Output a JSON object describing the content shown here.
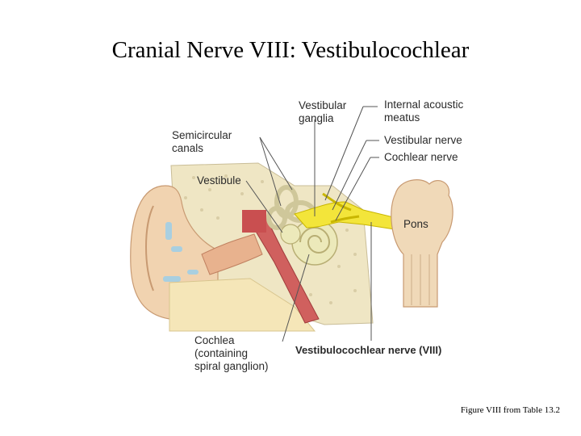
{
  "slide": {
    "title": "Cranial Nerve VIII: Vestibulocochlear",
    "caption": "Figure VIII from Table 13.2"
  },
  "diagram": {
    "labels": {
      "vestibular_ganglia": "Vestibular\nganglia",
      "internal_acoustic_meatus": "Internal acoustic\nmeatus",
      "semicircular_canals": "Semicircular\ncanals",
      "vestibular_nerve": "Vestibular nerve",
      "cochlear_nerve": "Cochlear nerve",
      "vestibule": "Vestibule",
      "pons": "Pons",
      "cochlea": "Cochlea\n(containing\nspiral ganglion)",
      "vestibulocochlear_nerve": "Vestibulocochlear nerve (VIII)"
    },
    "colors": {
      "skin": "#f1d3b0",
      "bone": "#efe6c4",
      "nerve": "#f3e53a",
      "cochlea": "#ece9ba",
      "canal": "#c94f50",
      "pons": "#f0d9b8",
      "leader": "#555555"
    }
  }
}
